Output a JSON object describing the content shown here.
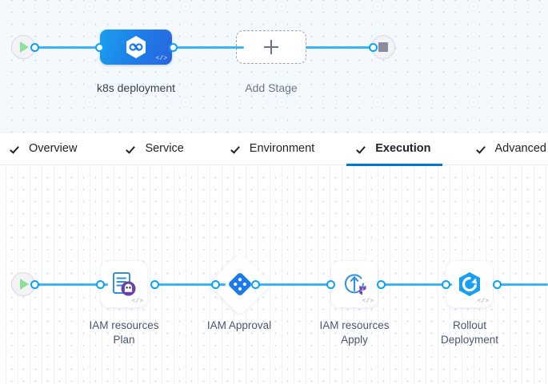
{
  "pipeline_stages": {
    "start_node": {
      "icon": "play-icon",
      "title": "Start"
    },
    "stage": {
      "label": "k8s deployment",
      "icon": "harness-hexagon-icon",
      "code_mark": "</>"
    },
    "add_stage": {
      "label": "Add Stage",
      "icon": "plus-icon"
    },
    "end_node": {
      "icon": "stop-square-icon",
      "title": "End"
    }
  },
  "tabs": [
    {
      "label": "Overview",
      "icon": "check-icon",
      "active": false
    },
    {
      "label": "Service",
      "icon": "check-icon",
      "active": false
    },
    {
      "label": "Environment",
      "icon": "check-icon",
      "active": false
    },
    {
      "label": "Execution",
      "icon": "check-icon",
      "active": true
    },
    {
      "label": "Advanced",
      "icon": "check-icon",
      "active": false
    }
  ],
  "execution": {
    "start_node": {
      "icon": "play-icon",
      "title": "Start"
    },
    "steps": [
      {
        "label": "IAM resources\nPlan",
        "icon": "terraform-plan-icon",
        "code_mark": "</>",
        "shape": "rounded"
      },
      {
        "label": "IAM Approval",
        "icon": "approval-diamond-icon",
        "code_mark": "",
        "shape": "diamond"
      },
      {
        "label": "IAM resources\nApply",
        "icon": "terraform-apply-icon",
        "code_mark": "</>",
        "shape": "rounded"
      },
      {
        "label": "Rollout\nDeployment",
        "icon": "k8s-rollout-icon",
        "code_mark": "</>",
        "shape": "rounded"
      }
    ]
  },
  "colors": {
    "accent_blue": "#0278d5",
    "link_blue": "#3fb3f7",
    "port_blue": "#0ba1f7",
    "stage_gradient_from": "#1a9ff0",
    "stage_gradient_to": "#2a63e0",
    "canvas_top_bg": "#f4f9fd",
    "canvas_bottom_bg": "#ffffff",
    "label_text": "#4c5670",
    "terraform_purple": "#7b42bc",
    "start_green": "#8ee09a",
    "stop_gray": "#8a8aa0"
  }
}
